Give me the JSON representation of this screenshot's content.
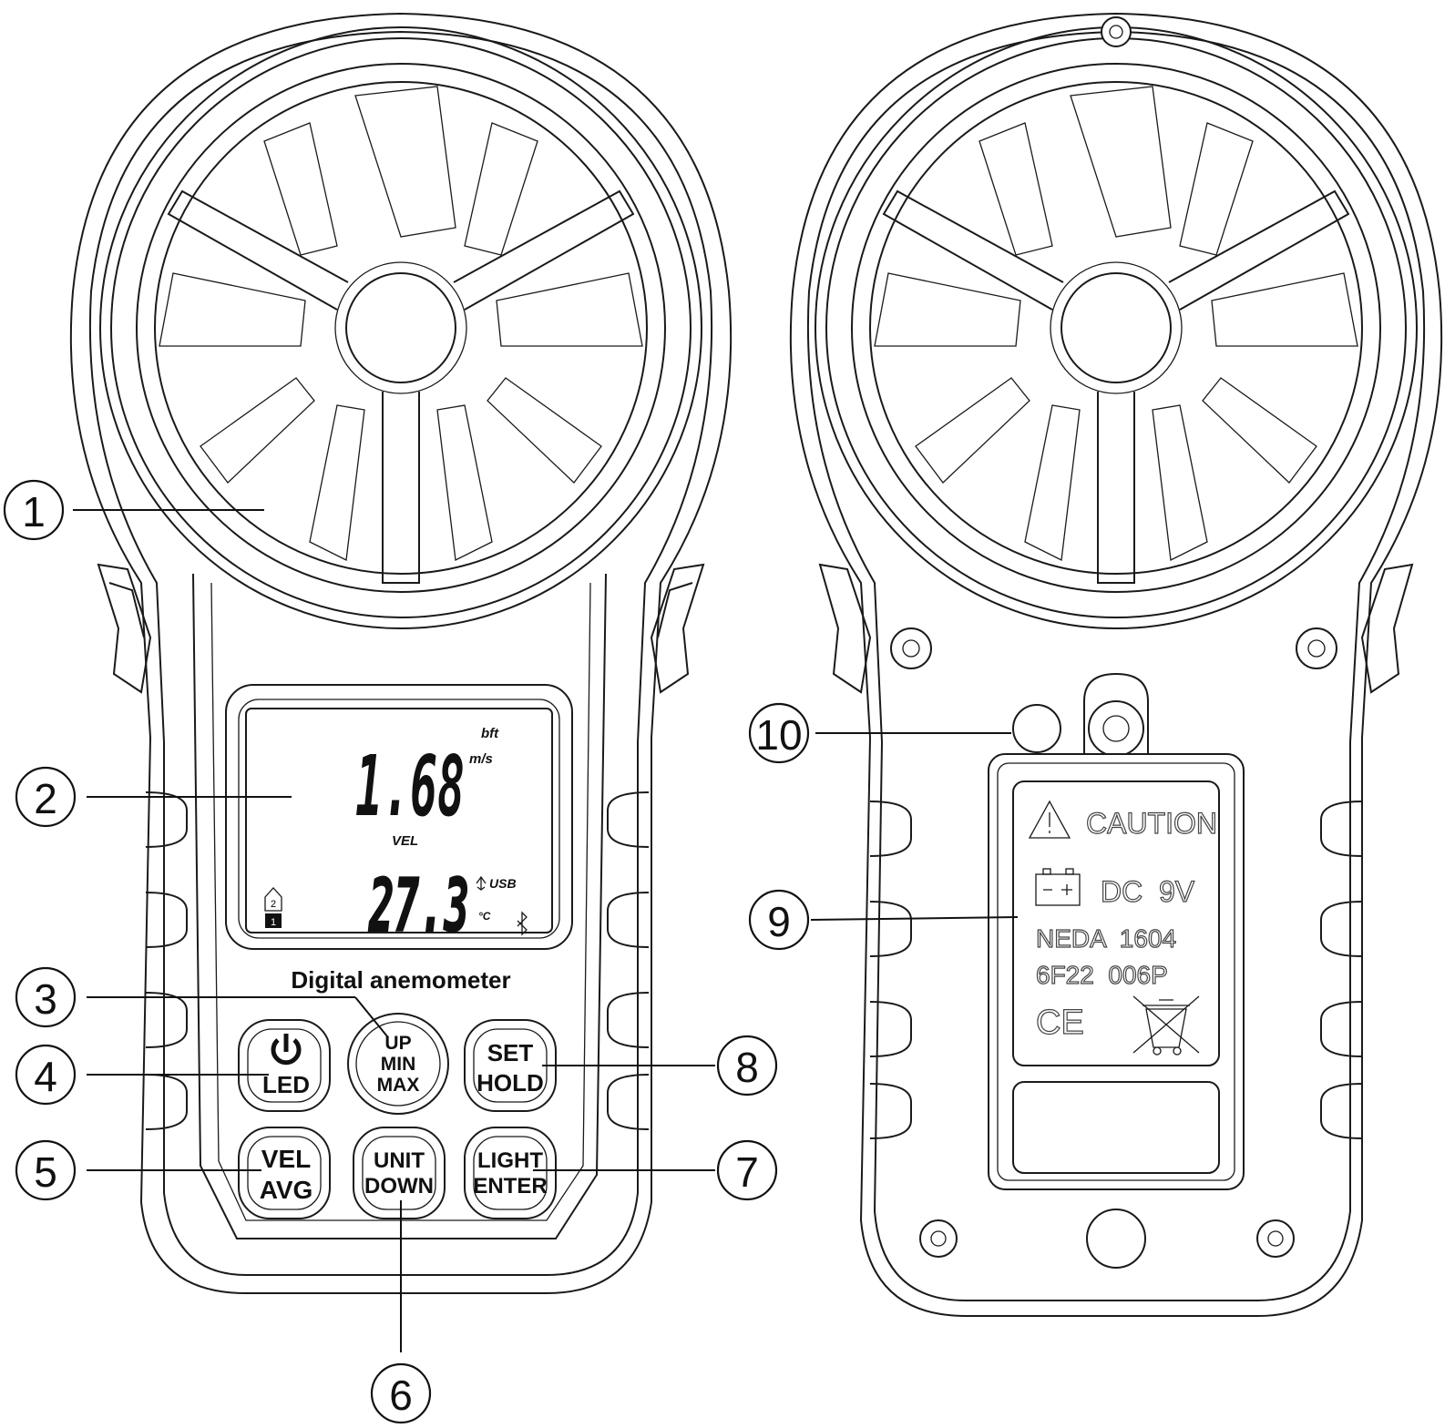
{
  "device": {
    "model_label": "Digital anemometer"
  },
  "lcd": {
    "main_value": "1.68",
    "main_unit": "m/s",
    "unit_bft": "bft",
    "mode_label": "VEL",
    "secondary_value": "27.3",
    "temp_unit": "°C",
    "usb_label": "USB",
    "channel_top": "2",
    "channel_bottom": "1"
  },
  "buttons": {
    "power_led": {
      "line2": "LED"
    },
    "up_min_max": {
      "line1": "UP",
      "line2": "MIN",
      "line3": "MAX"
    },
    "set_hold": {
      "line1": "SET",
      "line2": "HOLD"
    },
    "vel_avg": {
      "line1": "VEL",
      "line2": "AVG"
    },
    "unit_down": {
      "line1": "UNIT",
      "line2": "DOWN"
    },
    "light_enter": {
      "line1": "LIGHT",
      "line2": "ENTER"
    }
  },
  "rear_plate": {
    "caution": "CAUTION",
    "battery_spec": "DC  9V",
    "neda": "NEDA  1604",
    "code": "6F22  006P",
    "ce_mark": "CE"
  },
  "callouts": [
    "1",
    "2",
    "3",
    "4",
    "5",
    "6",
    "7",
    "8",
    "9",
    "10"
  ]
}
